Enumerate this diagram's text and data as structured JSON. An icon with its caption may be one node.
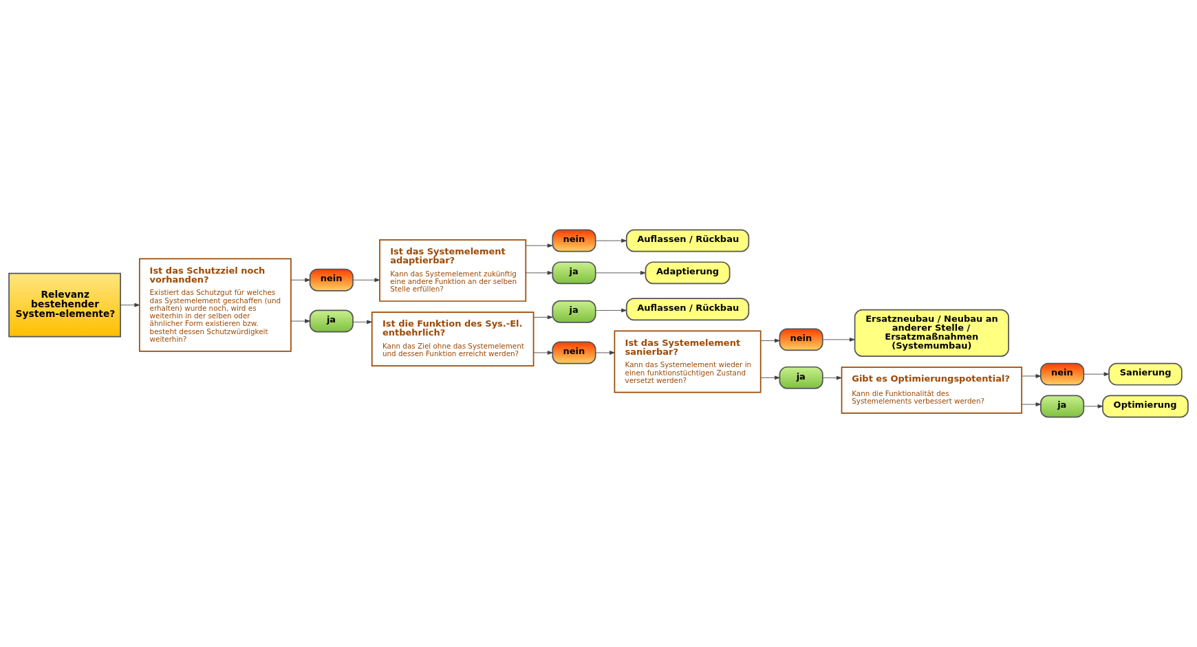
{
  "diagram": {
    "nodes": [
      {
        "text": [
          "Relevanz bestehender System-elemente?"
        ]
      },
      {
        "text": [
          "Ist das Schutzziel noch vorhanden?",
          "Existiert das Schutzgut für welches das Systemelement geschaffen (und erhalten) wurde noch, wird es weiterhin in der selben oder ähnlicher Form existieren bzw. besteht dessen Schutzwürdigkeit weiterhin?"
        ]
      },
      {
        "text": [
          "nein"
        ]
      },
      {
        "text": [
          "ja"
        ]
      },
      {
        "text": [
          "Ist das Systemelement adaptierbar?",
          "Kann das Systemelement zukünftig eine andere Funktion an der selben Stelle erfüllen?"
        ]
      },
      {
        "text": [
          "Ist die Funktion des Sys.-El. entbehrlich?",
          "Kann das Ziel ohne das Systemelement und dessen Funktion erreicht werden?"
        ]
      },
      {
        "text": [
          "nein"
        ]
      },
      {
        "text": [
          "ja"
        ]
      },
      {
        "text": [
          "Auflassen / Rückbau"
        ]
      },
      {
        "text": [
          "Adaptierung"
        ]
      },
      {
        "text": [
          "ja"
        ]
      },
      {
        "text": [
          "nein"
        ]
      },
      {
        "text": [
          "Auflassen / Rückbau"
        ]
      },
      {
        "text": [
          "Ist das Systemelement sanierbar?",
          "Kann das Systemelement wieder in einen funktionstüchtigen Zustand versetzt werden?"
        ]
      },
      {
        "text": [
          "nein"
        ]
      },
      {
        "text": [
          "ja"
        ]
      },
      {
        "text": [
          "Ersatzneubau / Neubau an anderer Stelle / Ersatzmaßnahmen (Systemumbau)"
        ]
      },
      {
        "text": [
          "Gibt es Optimierungspotential?",
          "Kann die Funktionalität des Systemelements verbessert werden?"
        ]
      },
      {
        "text": [
          "nein"
        ]
      },
      {
        "text": [
          "ja"
        ]
      },
      {
        "text": [
          "Sanierung"
        ]
      },
      {
        "text": [
          "Optimierung"
        ]
      }
    ],
    "edges": [
      {
        "from": 0,
        "to": 1,
        "arrow": "to"
      },
      {
        "from": 1,
        "to": 2,
        "arrow": "to"
      },
      {
        "from": 1,
        "to": 3,
        "arrow": "to"
      },
      {
        "from": 2,
        "to": 4,
        "arrow": "to"
      },
      {
        "from": 3,
        "to": 5,
        "arrow": "to"
      },
      {
        "from": 4,
        "to": 6,
        "arrow": "to"
      },
      {
        "from": 4,
        "to": 7,
        "arrow": "to"
      },
      {
        "from": 6,
        "to": 8,
        "arrow": "to"
      },
      {
        "from": 7,
        "to": 9,
        "arrow": "to"
      },
      {
        "from": 5,
        "to": 10,
        "arrow": "to"
      },
      {
        "from": 5,
        "to": 11,
        "arrow": "to"
      },
      {
        "from": 10,
        "to": 12,
        "arrow": "to"
      },
      {
        "from": 11,
        "to": 13,
        "arrow": "to"
      },
      {
        "from": 13,
        "to": 14,
        "arrow": "to"
      },
      {
        "from": 13,
        "to": 15,
        "arrow": "to"
      },
      {
        "from": 14,
        "to": 16,
        "arrow": "to"
      },
      {
        "from": 15,
        "to": 17,
        "arrow": "to"
      },
      {
        "from": 17,
        "to": 18,
        "arrow": "to"
      },
      {
        "from": 17,
        "to": 19,
        "arrow": "to"
      },
      {
        "from": 18,
        "to": 20,
        "arrow": "to"
      },
      {
        "from": 19,
        "to": 21,
        "arrow": "to"
      }
    ]
  }
}
